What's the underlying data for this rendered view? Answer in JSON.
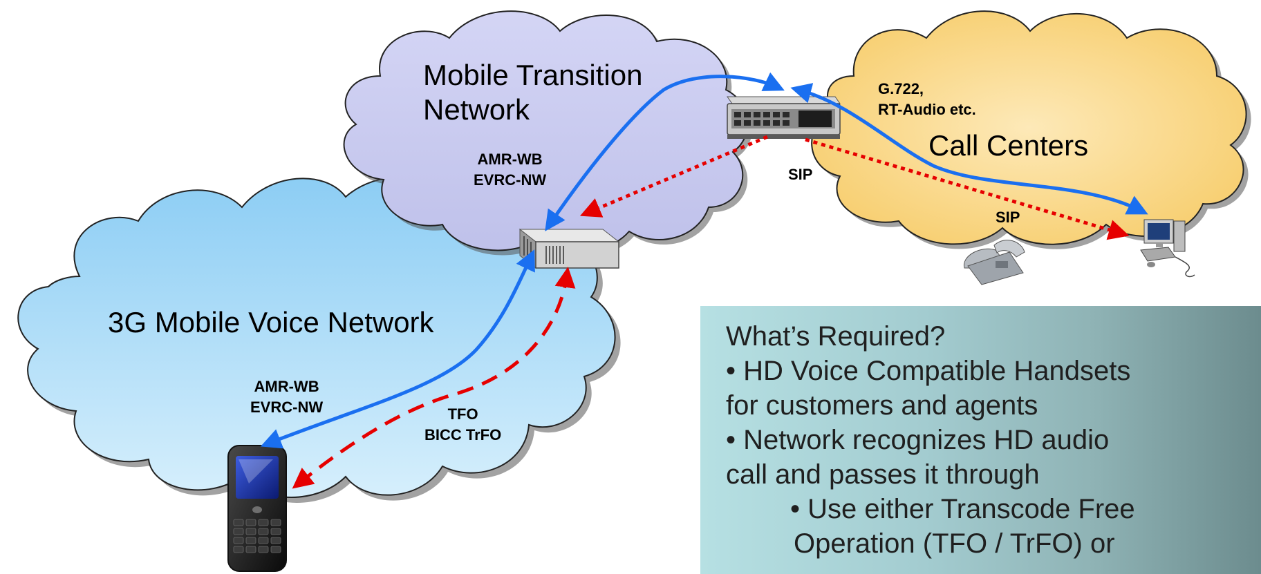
{
  "clouds": {
    "transition": "Mobile Transition\nNetwork",
    "call_centers": "Call Centers",
    "mobile_voice": "3G Mobile Voice Network"
  },
  "labels": {
    "codecs_top": "AMR-WB\nEVRC-NW",
    "codecs_call_center": "G.722,\nRT-Audio etc.",
    "sip_1": "SIP",
    "sip_2": "SIP",
    "codecs_bottom": "AMR-WB\nEVRC-NW",
    "tfo": "TFO\nBICC TrFO"
  },
  "panel": {
    "title": "What’s Required?",
    "b1_l1": "• HD Voice Compatible Handsets",
    "b1_l2": "for customers and agents",
    "b2_l1": "• Network recognizes HD audio",
    "b2_l2": "call and passes it through",
    "s1_l1": "• Use either Transcode Free",
    "s1_l2": "Operation (TFO / TrFO) or"
  },
  "colors": {
    "media_path": "#1a6ff0",
    "signaling_path": "#e60000",
    "transition_cloud": "#cfd0f2",
    "call_center_cloud": "#fbd98b",
    "mobile_cloud": "#a8dcf7"
  }
}
